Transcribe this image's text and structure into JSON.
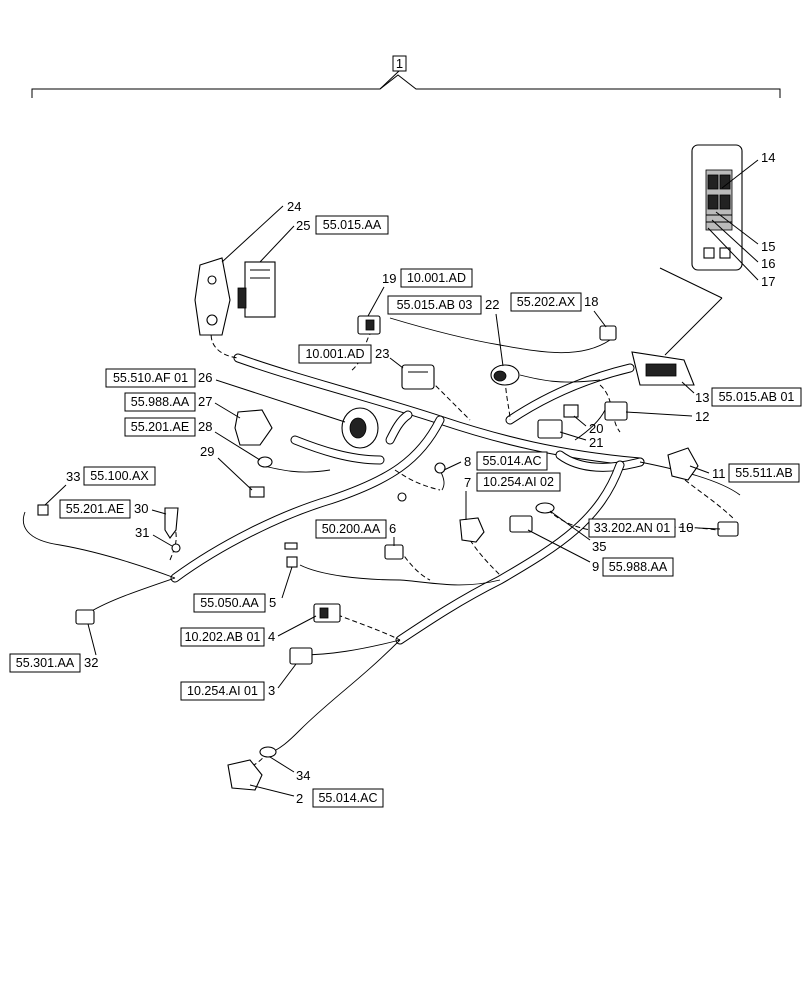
{
  "assembly": {
    "item": "1"
  },
  "callouts": [
    {
      "num": "24",
      "ref": ""
    },
    {
      "num": "25",
      "ref": "55.015.AA"
    },
    {
      "num": "19",
      "ref": "10.001.AD"
    },
    {
      "num": "22",
      "ref": "55.015.AB 03"
    },
    {
      "num": "18",
      "ref": "55.202.AX"
    },
    {
      "num": "23",
      "ref": "10.001.AD"
    },
    {
      "num": "26",
      "ref": "55.510.AF 01"
    },
    {
      "num": "27",
      "ref": "55.988.AA"
    },
    {
      "num": "28",
      "ref": "55.201.AE"
    },
    {
      "num": "29",
      "ref": ""
    },
    {
      "num": "33",
      "ref": "55.100.AX"
    },
    {
      "num": "30",
      "ref": "55.201.AE"
    },
    {
      "num": "31",
      "ref": ""
    },
    {
      "num": "32",
      "ref": "55.301.AA"
    },
    {
      "num": "8",
      "ref": "55.014.AC"
    },
    {
      "num": "7",
      "ref": "10.254.AI 02"
    },
    {
      "num": "6",
      "ref": "50.200.AA"
    },
    {
      "num": "5",
      "ref": "55.050.AA"
    },
    {
      "num": "4",
      "ref": "10.202.AB 01"
    },
    {
      "num": "3",
      "ref": "10.254.AI 01"
    },
    {
      "num": "2",
      "ref": "55.014.AC"
    },
    {
      "num": "34",
      "ref": ""
    },
    {
      "num": "35",
      "ref": ""
    },
    {
      "num": "9",
      "ref": "55.988.AA"
    },
    {
      "num": "10",
      "ref": "33.202.AN 01"
    },
    {
      "num": "11",
      "ref": "55.511.AB"
    },
    {
      "num": "12",
      "ref": ""
    },
    {
      "num": "13",
      "ref": "55.015.AB 01"
    },
    {
      "num": "20",
      "ref": ""
    },
    {
      "num": "21",
      "ref": ""
    },
    {
      "num": "14",
      "ref": ""
    },
    {
      "num": "15",
      "ref": ""
    },
    {
      "num": "16",
      "ref": ""
    },
    {
      "num": "17",
      "ref": ""
    }
  ]
}
